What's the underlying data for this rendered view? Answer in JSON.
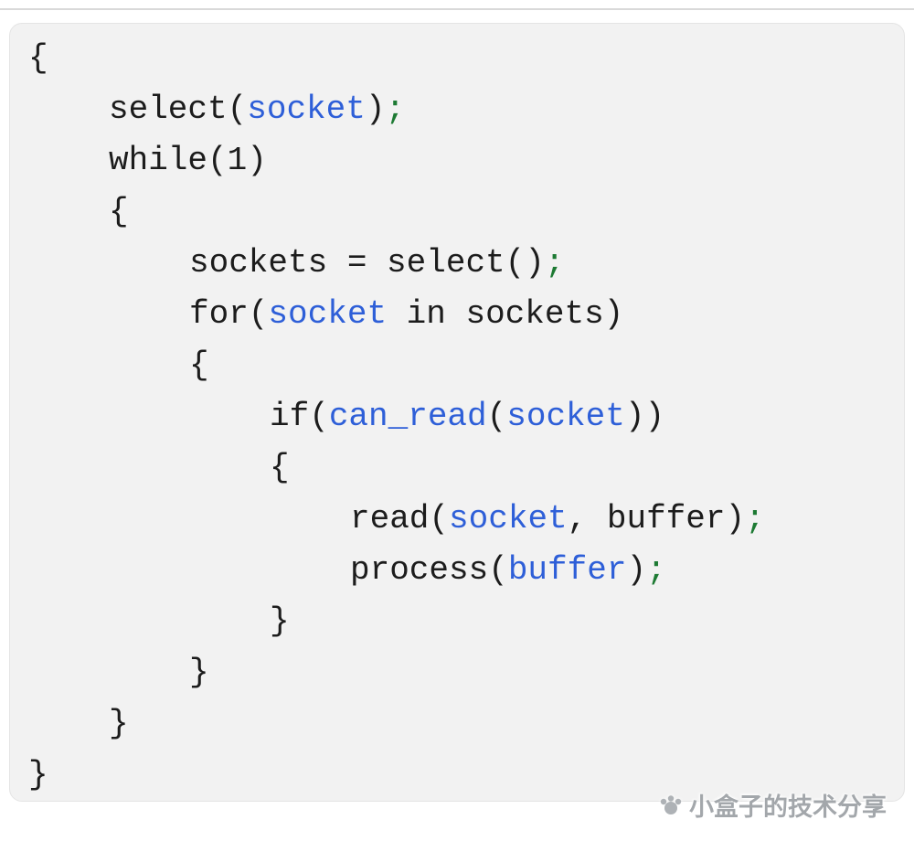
{
  "code_block": {
    "language": "pseudocode-select-loop",
    "lines": [
      {
        "indent": 0,
        "tokens": [
          {
            "t": "{",
            "c": "plain"
          }
        ]
      },
      {
        "indent": 1,
        "tokens": [
          {
            "t": "select(",
            "c": "plain"
          },
          {
            "t": "socket",
            "c": "blue"
          },
          {
            "t": ")",
            "c": "plain"
          },
          {
            "t": ";",
            "c": "green"
          }
        ]
      },
      {
        "indent": 1,
        "tokens": [
          {
            "t": "while(1)",
            "c": "plain"
          }
        ]
      },
      {
        "indent": 1,
        "tokens": [
          {
            "t": "{",
            "c": "plain"
          }
        ]
      },
      {
        "indent": 2,
        "tokens": [
          {
            "t": "sockets = select()",
            "c": "plain"
          },
          {
            "t": ";",
            "c": "green"
          }
        ]
      },
      {
        "indent": 2,
        "tokens": [
          {
            "t": "for(",
            "c": "plain"
          },
          {
            "t": "socket",
            "c": "blue"
          },
          {
            "t": " in sockets)",
            "c": "plain"
          }
        ]
      },
      {
        "indent": 2,
        "tokens": [
          {
            "t": "{",
            "c": "plain"
          }
        ]
      },
      {
        "indent": 3,
        "tokens": [
          {
            "t": "if(",
            "c": "plain"
          },
          {
            "t": "can_read",
            "c": "blue"
          },
          {
            "t": "(",
            "c": "plain"
          },
          {
            "t": "socket",
            "c": "blue"
          },
          {
            "t": "))",
            "c": "plain"
          }
        ]
      },
      {
        "indent": 3,
        "tokens": [
          {
            "t": "{",
            "c": "plain"
          }
        ]
      },
      {
        "indent": 4,
        "tokens": [
          {
            "t": "read(",
            "c": "plain"
          },
          {
            "t": "socket",
            "c": "blue"
          },
          {
            "t": ", buffer)",
            "c": "plain"
          },
          {
            "t": ";",
            "c": "green"
          }
        ]
      },
      {
        "indent": 4,
        "tokens": [
          {
            "t": "process(",
            "c": "plain"
          },
          {
            "t": "buffer",
            "c": "blue"
          },
          {
            "t": ")",
            "c": "plain"
          },
          {
            "t": ";",
            "c": "green"
          }
        ]
      },
      {
        "indent": 3,
        "tokens": [
          {
            "t": "}",
            "c": "plain"
          }
        ]
      },
      {
        "indent": 2,
        "tokens": [
          {
            "t": "}",
            "c": "plain"
          }
        ]
      },
      {
        "indent": 1,
        "tokens": [
          {
            "t": "}",
            "c": "plain"
          }
        ]
      },
      {
        "indent": 0,
        "tokens": [
          {
            "t": "}",
            "c": "plain"
          }
        ]
      }
    ]
  },
  "colors": {
    "plain": "#1c1c1c",
    "blue": "#2e5fd8",
    "green": "#1d7a33",
    "box_background": "#f2f2f2",
    "box_border": "#e4e4e4",
    "watermark": "#a3a7ab"
  },
  "watermark": {
    "icon": "paw-logo-icon",
    "text": "小盒子的技术分享"
  }
}
